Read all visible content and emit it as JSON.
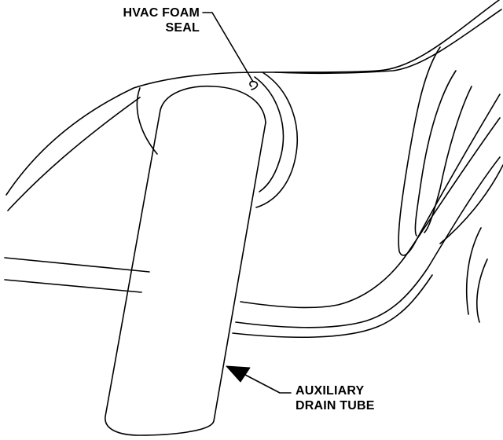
{
  "callouts": {
    "hvac_foam_seal": {
      "line1": "HVAC FOAM",
      "line2": "SEAL"
    },
    "auxiliary_drain_tube": {
      "line1": "AUXILIARY",
      "line2": "DRAIN TUBE"
    }
  },
  "colors": {
    "ink": "#000000",
    "background": "#ffffff"
  }
}
